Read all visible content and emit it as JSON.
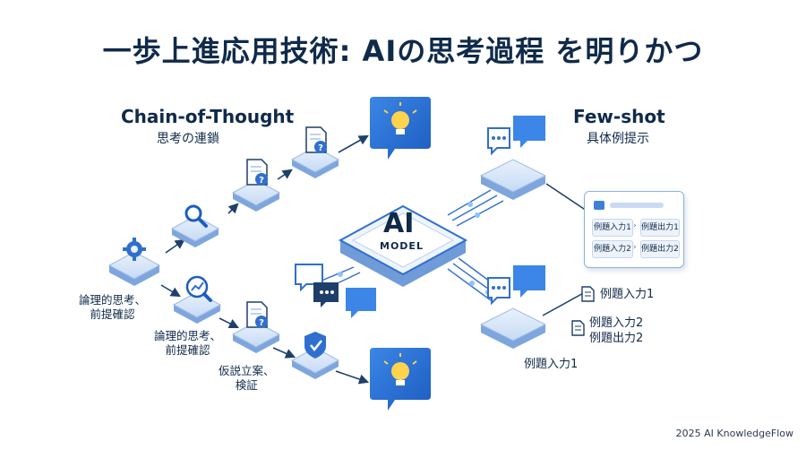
{
  "title": "一歩上進応用技術: AIの思考過程 を明りかつ",
  "left": {
    "heading": "Chain-of-Thought",
    "subheading": "思考の連鎖"
  },
  "right": {
    "heading": "Few-shot",
    "subheading": "具体例提示"
  },
  "center": {
    "main": "AI",
    "sub": "MODEL"
  },
  "labels": {
    "step1": [
      "論理的思考、",
      "前提確認"
    ],
    "step2": [
      "論理的思考、",
      "前提確認"
    ],
    "step3": [
      "仮説立案、",
      "検証"
    ],
    "ex_bottom": "例題入力1"
  },
  "card": {
    "row1": [
      "例題入力1",
      "例題出力1"
    ],
    "row2": [
      "例題入力2",
      "例題出力2"
    ]
  },
  "doc_list": {
    "item1": "例題入力1",
    "item2": [
      "例題入力2",
      "例題出力2"
    ]
  },
  "footer": "2025 AI KnowledgeFlow",
  "colors": {
    "primary": "#2f6fd0",
    "tile": "#cfe0f7",
    "tile_side": "#7ea6dc",
    "text": "#0f2a4a"
  }
}
